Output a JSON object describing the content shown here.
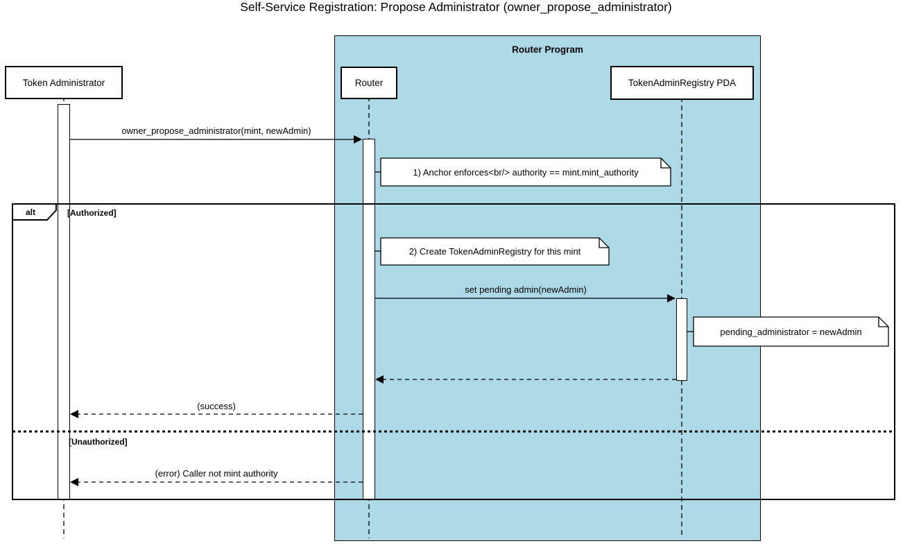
{
  "title": "Self-Service Registration: Propose Administrator (owner_propose_administrator)",
  "group": {
    "label": "Router Program",
    "fill": "#ADD8E6"
  },
  "participants": [
    {
      "id": "token-admin",
      "label": "Token Administrator"
    },
    {
      "id": "router",
      "label": "Router"
    },
    {
      "id": "registry-pda",
      "label": "TokenAdminRegistry PDA"
    }
  ],
  "messages": {
    "propose": "owner_propose_administrator(mint, newAdmin)",
    "set_pending": "set pending admin(newAdmin)",
    "success": "(success)",
    "error": "(error) Caller not mint authority"
  },
  "notes": {
    "anchor": "1) Anchor enforces<br/> authority == mint.mint_authority",
    "create": "2) Create TokenAdminRegistry for this mint",
    "pending": "pending_administrator = newAdmin"
  },
  "alt": {
    "operator": "alt",
    "case_authorized": "[Authorized]",
    "case_unauthorized": "[Unauthorized]"
  },
  "colors": {
    "group_fill": "#ADD8E6",
    "line": "#000000",
    "background": "#FFFFFF"
  }
}
